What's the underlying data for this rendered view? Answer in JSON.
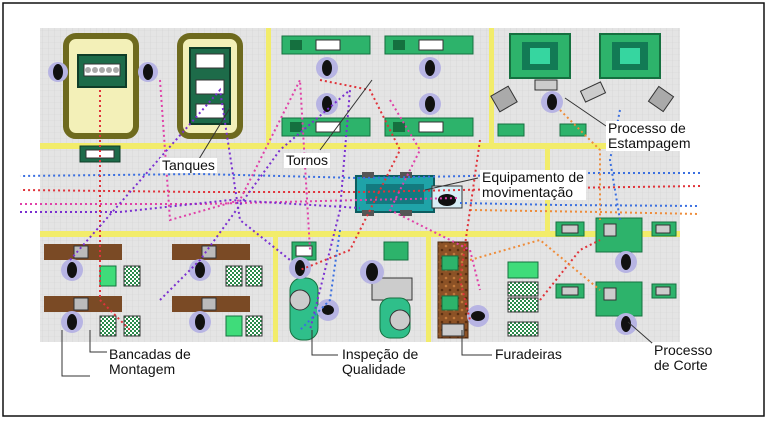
{
  "colors": {
    "floor": "#e6e6e6",
    "aisle": "#f2ec6a",
    "machine_green": "#2db36b",
    "machine_dark": "#15703f",
    "tank_frame": "#6e6a1e",
    "bench_wood": "#7a4a25",
    "worker_circle": "#b7b4e3",
    "flow_red": "#e0333a",
    "flow_blue": "#3a6fe0",
    "flow_purple": "#7a2fd0",
    "flow_orange": "#ee8c3a",
    "flow_pink": "#e040a8"
  },
  "labels": {
    "tanques": "Tanques",
    "tornos": "Tornos",
    "equip_line1": "Equipamento de",
    "equip_line2": "movimentação",
    "estamp_line1": "Processo de",
    "estamp_line2": "Estampagem",
    "bancadas_line1": "Bancadas de",
    "bancadas_line2": "Montagem",
    "inspecao_line1": "Inspeção de",
    "inspecao_line2": "Qualidade",
    "furadeiras": "Furadeiras",
    "corte_line1": "Processo",
    "corte_line2": "de Corte"
  }
}
